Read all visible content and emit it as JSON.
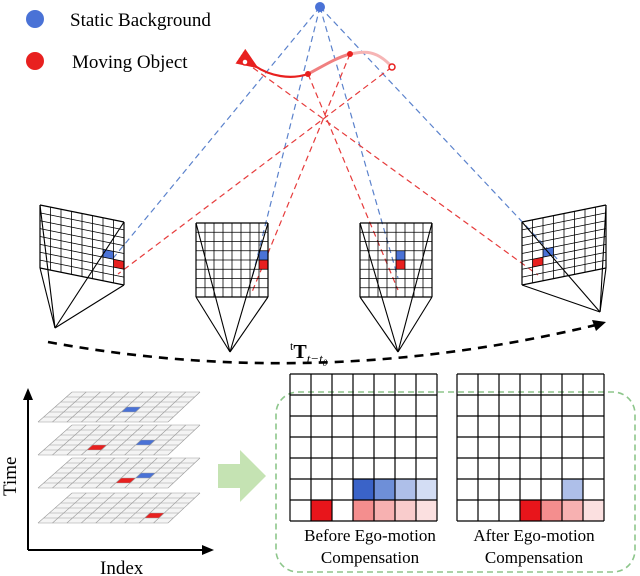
{
  "legend": {
    "static_label": "Static Background",
    "moving_label": "Moving Object",
    "static_color": "#4a72d6",
    "moving_color": "#e8201f"
  },
  "transform_label": {
    "prefix": "t",
    "main": "T",
    "subscript": "t−t",
    "sub_sub": "0"
  },
  "axes": {
    "time_label": "Time",
    "index_label": "Index"
  },
  "panels": {
    "before": {
      "line1": "Before Ego-motion",
      "line2": "Compensation"
    },
    "after": {
      "line1": "After Ego-motion",
      "line2": "Compensation"
    }
  },
  "colors": {
    "static_ray": "#5b82cc",
    "moving_ray": "#e63b3b",
    "panel_border": "#8dc68b",
    "arrow_fill": "#c5e3b3"
  },
  "grid_cells": {
    "before": [
      {
        "row": 6,
        "col": 1,
        "color": "#e8151b"
      },
      {
        "row": 6,
        "col": 3,
        "color": "#f48e8e"
      },
      {
        "row": 6,
        "col": 4,
        "color": "#f7b1b1"
      },
      {
        "row": 6,
        "col": 5,
        "color": "#f9cccc"
      },
      {
        "row": 6,
        "col": 6,
        "color": "#fbe0e0"
      },
      {
        "row": 5,
        "col": 3,
        "color": "#3a63c8"
      },
      {
        "row": 5,
        "col": 4,
        "color": "#6e8fd8"
      },
      {
        "row": 5,
        "col": 5,
        "color": "#aebfe9"
      },
      {
        "row": 5,
        "col": 6,
        "color": "#d3ddf4"
      }
    ],
    "after": [
      {
        "row": 6,
        "col": 3,
        "color": "#e8151b"
      },
      {
        "row": 6,
        "col": 4,
        "color": "#f48e8e"
      },
      {
        "row": 6,
        "col": 5,
        "color": "#f7b1b1"
      },
      {
        "row": 6,
        "col": 6,
        "color": "#fbe0e0"
      },
      {
        "row": 5,
        "col": 5,
        "color": "#aebfe9"
      }
    ]
  }
}
